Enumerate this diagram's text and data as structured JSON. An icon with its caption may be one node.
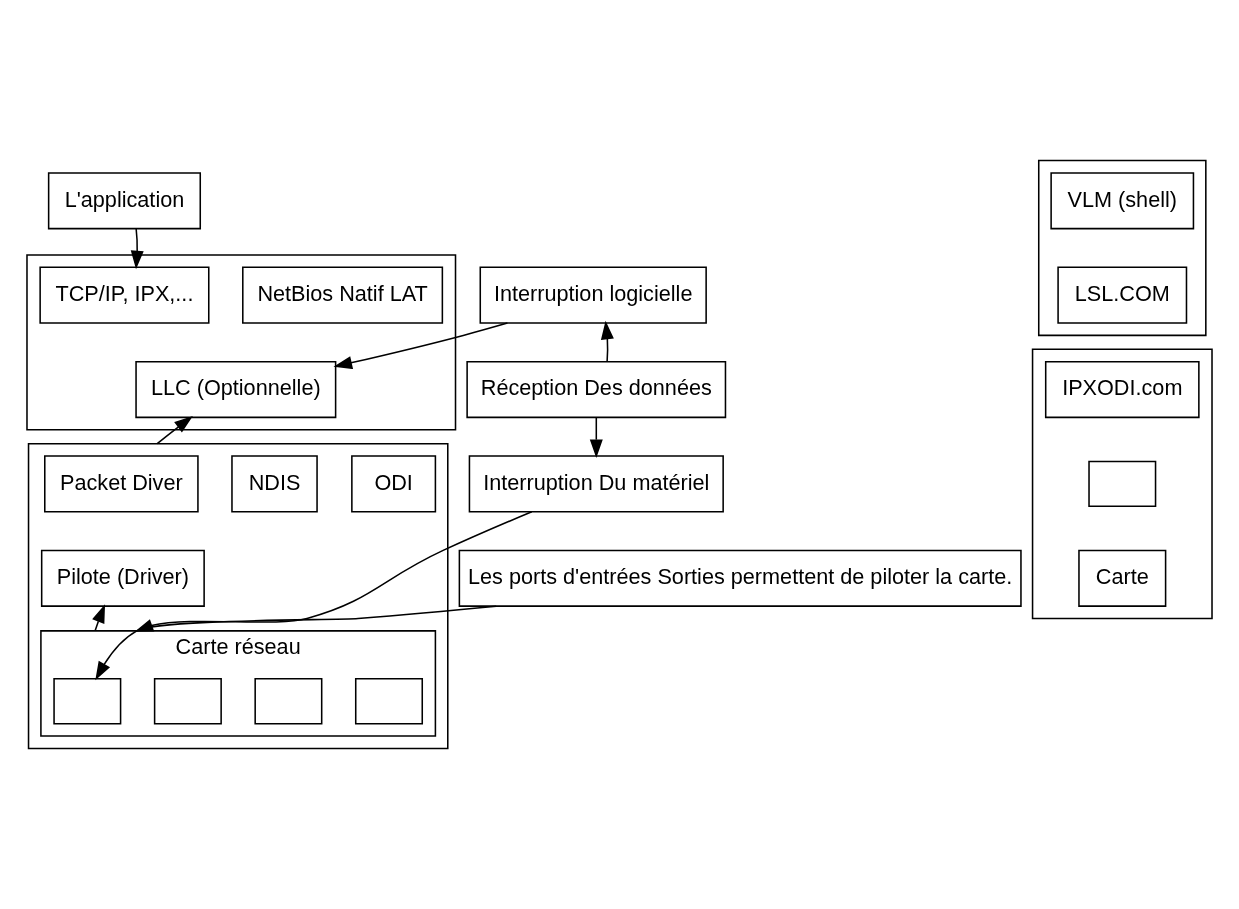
{
  "diagram": {
    "nodes": [
      {
        "text": [
          "L'application"
        ]
      },
      {
        "text": [],
        "shape": "box"
      },
      {
        "text": [
          "TCP/IP, IPX,..."
        ],
        "in": 1
      },
      {
        "text": [
          "LLC (Optionnelle)"
        ],
        "in": 1
      },
      {
        "text": [
          "NetBios Natif LAT"
        ],
        "in": 1
      },
      {
        "text": [
          "Interruption logicielle"
        ]
      },
      {
        "text": [],
        "shape": "box"
      },
      {
        "text": [
          "Packet Diver"
        ],
        "in": 6
      },
      {
        "text": [
          "NDIS"
        ],
        "in": 6
      },
      {
        "text": [
          "ODI"
        ],
        "in": 6
      },
      {
        "text": [
          "Pilote (Driver)"
        ],
        "in": 6
      },
      {
        "text": [
          "Carte réseau"
        ],
        "in": 6
      },
      {
        "text": [],
        "shape": "box",
        "in": 11
      },
      {
        "text": [],
        "shape": "box",
        "in": 11
      },
      {
        "text": [],
        "shape": "box",
        "in": 11
      },
      {
        "text": [],
        "shape": "box",
        "in": 11
      },
      {
        "text": [
          "Réception Des données"
        ]
      },
      {
        "text": [
          "Interruption Du matériel"
        ]
      },
      {
        "text": [
          "Les ports d'entrées Sorties permettent de piloter la carte."
        ]
      },
      {
        "text": [],
        "shape": "box"
      },
      {
        "text": [
          "VLM (shell)"
        ],
        "in": 19
      },
      {
        "text": [
          "LSL.COM"
        ],
        "in": 19
      },
      {
        "text": [],
        "shape": "box"
      },
      {
        "text": [
          "IPXODI.com"
        ],
        "in": 22
      },
      {
        "text": [],
        "shape": "box",
        "in": 22
      },
      {
        "text": [
          "Carte"
        ],
        "in": 22
      }
    ],
    "edges": [
      {
        "from": 0,
        "to": 2,
        "arrow": "to"
      },
      {
        "from": 5,
        "to": 3,
        "arrow": "to"
      },
      {
        "from": 6,
        "to": 3,
        "arrow": "to"
      },
      {
        "from": 16,
        "to": 5,
        "arrow": "to"
      },
      {
        "from": 16,
        "to": 17,
        "arrow": "to"
      },
      {
        "from": 17,
        "to": 11,
        "arrow": "to"
      },
      {
        "from": 11,
        "to": 10,
        "arrow": "to"
      },
      {
        "from": 18,
        "to": 12,
        "arrow": "to"
      }
    ]
  }
}
